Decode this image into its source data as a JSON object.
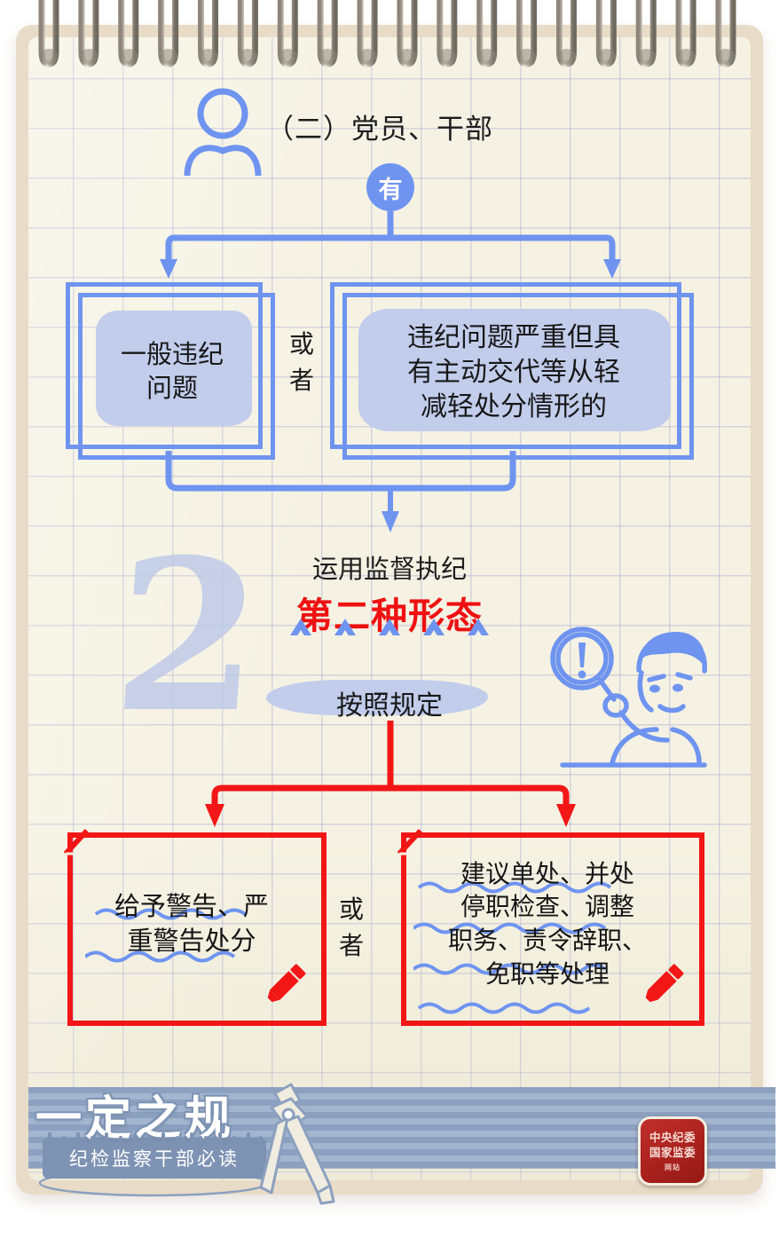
{
  "page": {
    "paper_bg": "#f5f2e3",
    "grid_line_color": "#9696cd",
    "blue": "#6f94f0",
    "red": "#f21616",
    "highlight": "#c2cdec"
  },
  "header": {
    "person_icon": "person-icon",
    "title": "（二）党员、干部",
    "node_label": "有"
  },
  "level1": {
    "left_box": {
      "text": "一般违纪问题",
      "lines": [
        "一般违纪",
        "问题"
      ]
    },
    "connector_label": {
      "lines": [
        "或",
        "者"
      ]
    },
    "right_box": {
      "text": "违纪问题严重但具有主动交代等从轻减轻处分情形的",
      "lines": [
        "违纪问题严重但具",
        "有主动交代等从轻",
        "减轻处分情形的"
      ]
    }
  },
  "middle": {
    "watermark_number": "2",
    "line1": "运用监督执纪",
    "line2": "第二种形态",
    "line2_color": "#ee1111",
    "triangle_count": 5,
    "regulation_text": "按照规定",
    "illustration": "man-with-magnifier-icon"
  },
  "level2": {
    "left_box": {
      "text": "给予警告、严重警告处分",
      "lines": [
        "给予警告、严",
        "重警告处分"
      ]
    },
    "connector_label": {
      "lines": [
        "或",
        "者"
      ]
    },
    "right_box": {
      "text": "建议单处、并处停职检查、调整职务、责令辞职、免职等处理",
      "lines": [
        "建议单处、并处",
        "停职检查、调整",
        "职务、责令辞职、",
        "免职等处理"
      ]
    }
  },
  "footer": {
    "logo_title": "一定之规",
    "logo_subtitle": "纪检监察干部必读",
    "compass_icon": "compass-divider-icon",
    "badge": {
      "line1": "中央纪委",
      "line2": "国家监委",
      "line3": "网站"
    }
  }
}
